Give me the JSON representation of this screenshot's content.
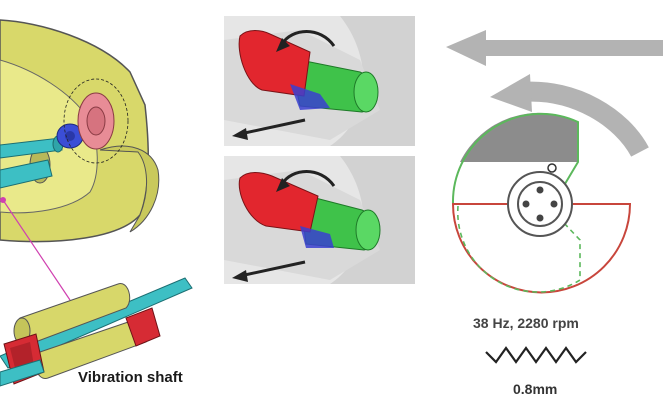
{
  "labels": {
    "vibration_shaft": "Vibration shaft",
    "frequency_speed": "38 Hz, 2280 rpm",
    "amplitude": "0.8mm"
  },
  "colors": {
    "housing_yellow": "#e2e27a",
    "shaft_cyan": "#3dbfc4",
    "weight_red": "#e0242a",
    "weight_green": "#39c23c",
    "weight_blue": "#3a3fd0",
    "pink_part": "#e88c96",
    "arrow_gray": "#b3b3b3",
    "diagram_green": "#5cb85c",
    "diagram_red": "#c8463c",
    "label_gray": "#444444"
  },
  "icons": [
    "rotation-arrow-icon",
    "direction-arrow-icon",
    "zigzag-amplitude-icon"
  ]
}
